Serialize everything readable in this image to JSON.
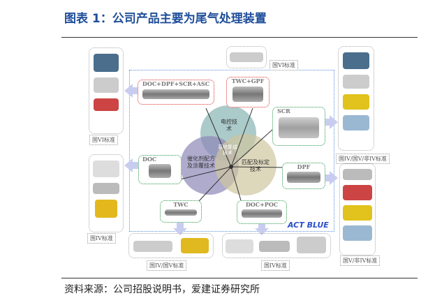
{
  "title": "图表 1：公司产品主要为尾气处理装置",
  "source": "资料来源：公司招股说明书，爱建证券研究所",
  "diagram": {
    "center_circles": [
      "电控技术",
      "催化剂配方及涂覆技术",
      "匹配及标定技术"
    ],
    "center_label": "系统集成技术",
    "products": [
      "DOC+DPF+SCR+ASC",
      "TWC+GPF",
      "SCR",
      "DOC",
      "DPF",
      "TWC",
      "DOC+POC"
    ],
    "standards": [
      "国VI标准",
      "国VI标准",
      "国IV/国V/非IV标准",
      "国IV标准",
      "国V/非IV标准",
      "国IV/国V标准",
      "国IV标准"
    ],
    "logo": "ACT BLUE",
    "colors": {
      "title": "#1f4e9a",
      "red_frame": "#dd3333",
      "green_frame": "#2a9a4a",
      "frame": "#5a8fd8"
    }
  }
}
